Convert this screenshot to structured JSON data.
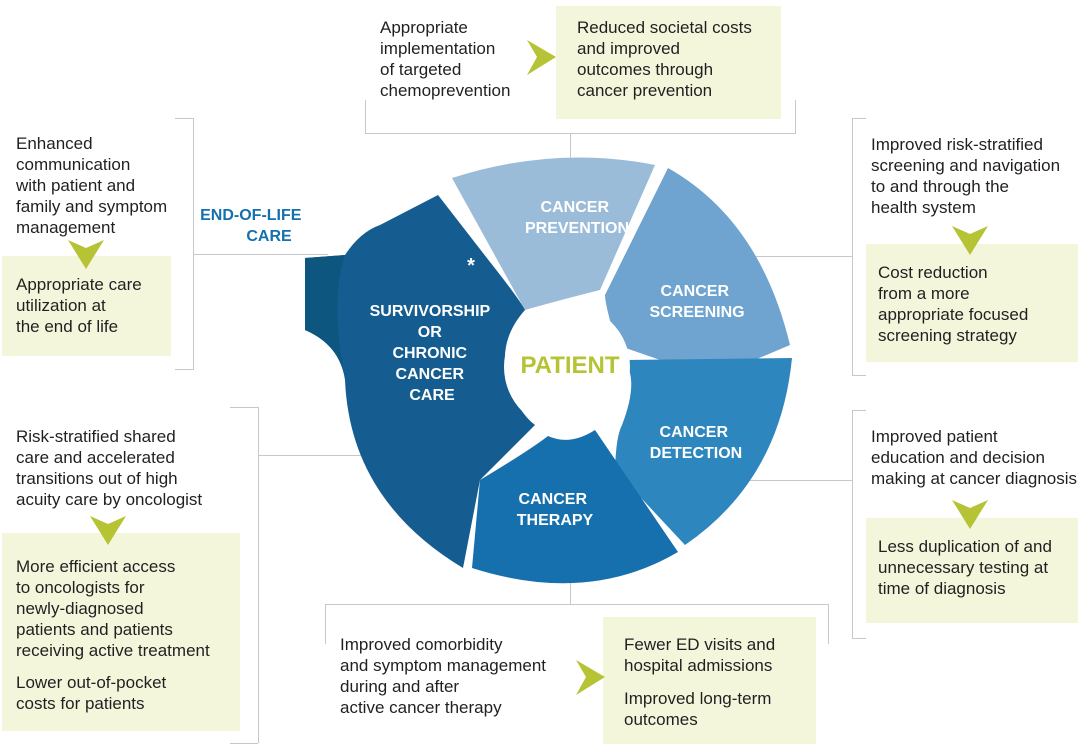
{
  "center": {
    "label": "PATIENT",
    "color": "#b5c334"
  },
  "segments": [
    {
      "id": "prevention",
      "lines": [
        "CANCER",
        "PREVENTION"
      ],
      "color": "#9bbcd9"
    },
    {
      "id": "screening",
      "lines": [
        "CANCER",
        "SCREENING"
      ],
      "color": "#6ea4cf"
    },
    {
      "id": "detection",
      "lines": [
        "CANCER",
        "DETECTION"
      ],
      "color": "#2d86bd"
    },
    {
      "id": "therapy",
      "lines": [
        "CANCER",
        "THERAPY"
      ],
      "color": "#1570ad"
    },
    {
      "id": "survivorship",
      "lines": [
        "SURVIVORSHIP",
        "OR",
        "CHRONIC",
        "CANCER",
        "CARE"
      ],
      "color": "#155d90"
    },
    {
      "id": "endoflife",
      "lines": [
        "END-OF-LIFE",
        "CARE"
      ],
      "color": "#0d5680"
    }
  ],
  "asterisk": "*",
  "top": {
    "action": "Appropriate\nimplementation\nof targeted\nchemoprevention",
    "outcome": "Reduced societal costs\nand improved\noutcomes through\ncancer prevention"
  },
  "right_top": {
    "action": "Improved risk-stratified\nscreening and navigation\nto and through the\nhealth system",
    "outcome": "Cost reduction\nfrom a more\nappropriate focused\nscreening strategy"
  },
  "right_bottom": {
    "action": "Improved patient\neducation and decision\nmaking at cancer diagnosis",
    "outcome": "Less duplication of and\nunnecessary testing at\ntime of diagnosis"
  },
  "bottom": {
    "action": "Improved comorbidity\nand symptom management\nduring and after\nactive cancer therapy",
    "outcome_1": "Fewer ED visits and\nhospital admissions",
    "outcome_2": "Improved long-term\noutcomes"
  },
  "left_top": {
    "action": "Enhanced\ncommunication\nwith patient and\nfamily and symptom\nmanagement",
    "outcome": "Appropriate care\nutilization at\nthe end of life"
  },
  "left_bottom": {
    "action": "Risk-stratified shared\ncare and accelerated\ntransitions out of high\nacuity care by oncologist",
    "outcome_1": "More efficient access\nto oncologists for\nnewly-diagnosed\npatients and patients\nreceiving active treatment",
    "outcome_2": "Lower out-of-pocket\ncosts for patients"
  },
  "colors": {
    "arrow": "#b5c334",
    "box_bg": "#f4f6dc",
    "bracket": "#c8c8c8",
    "label_blue": "#1570ad"
  }
}
